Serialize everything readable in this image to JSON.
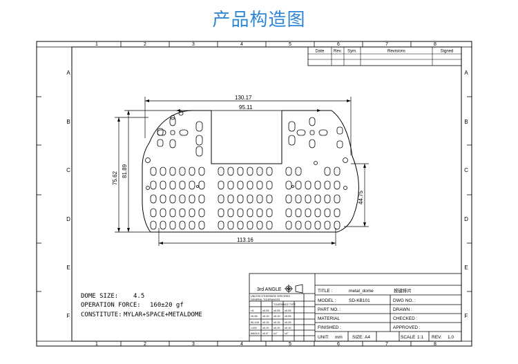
{
  "page_title": "产品构造图",
  "columns": [
    "1",
    "2",
    "3",
    "4",
    "5",
    "6",
    "7",
    "8"
  ],
  "rows": [
    "A",
    "B",
    "C",
    "D",
    "E",
    "F"
  ],
  "revision_table": {
    "headers": [
      "Date",
      "Rev.",
      "Sym.",
      "Revisions",
      "Signed"
    ]
  },
  "dimensions": {
    "top_width": "130.17",
    "inner_width": "95.11",
    "bottom_width": "113.16",
    "left_outer_height": "75.62",
    "left_inner_height": "81.89",
    "right_height": "44.75"
  },
  "notes": {
    "dome_size_label": "DOME SIZE:",
    "dome_size_value": "4.5",
    "operation_force_label": "OPERATION FORCE:",
    "operation_force_value": "160±20 gf",
    "constitute_label": "CONSTITUTE:",
    "constitute_value": "MYLAR+SPACE+METALDOME"
  },
  "title_block": {
    "angle_label": "3rd ANGLE",
    "title_label": "TITLE :",
    "title_value": "metal_dome",
    "title_cn": "按键排片",
    "model_label": "MODEL :",
    "model_value": "SD-KB101",
    "dwg_no_label": "DWG NO. :",
    "part_no_label": "PART NO. :",
    "drawn_label": "DRAWN :",
    "material_label": "MATERIAL",
    "checked_label": "CHECKED :",
    "finished_label": "FINISHED :",
    "approved_label": "APPROVED :",
    "unit_label": "UNIT:",
    "unit_value": "mm",
    "size_label": "SIZE:",
    "size_value": "A4",
    "scale_label": "SCALE",
    "scale_value": "1:1",
    "rev_label": "REV.",
    "rev_value": "1.0",
    "tolerance_header": "TOLERANCE TYPE",
    "unless_text": "UNLESS OTHERWISE SPECIFIED",
    "general_text": "GENERAL TOLERANCES",
    "tol_rows": [
      [
        "<5",
        "±0.05",
        "±0.05",
        "±0.05"
      ],
      [
        "10-50",
        "±0.10",
        "±0.10",
        "±0.05"
      ],
      [
        "50-100",
        "±0.15",
        "±0.15",
        "±0.05"
      ],
      [
        ">100",
        "±0.20",
        "±0.20",
        "±0.10"
      ],
      [
        "ANGLE",
        "±0.5°",
        "±1°",
        "±2°"
      ]
    ]
  }
}
